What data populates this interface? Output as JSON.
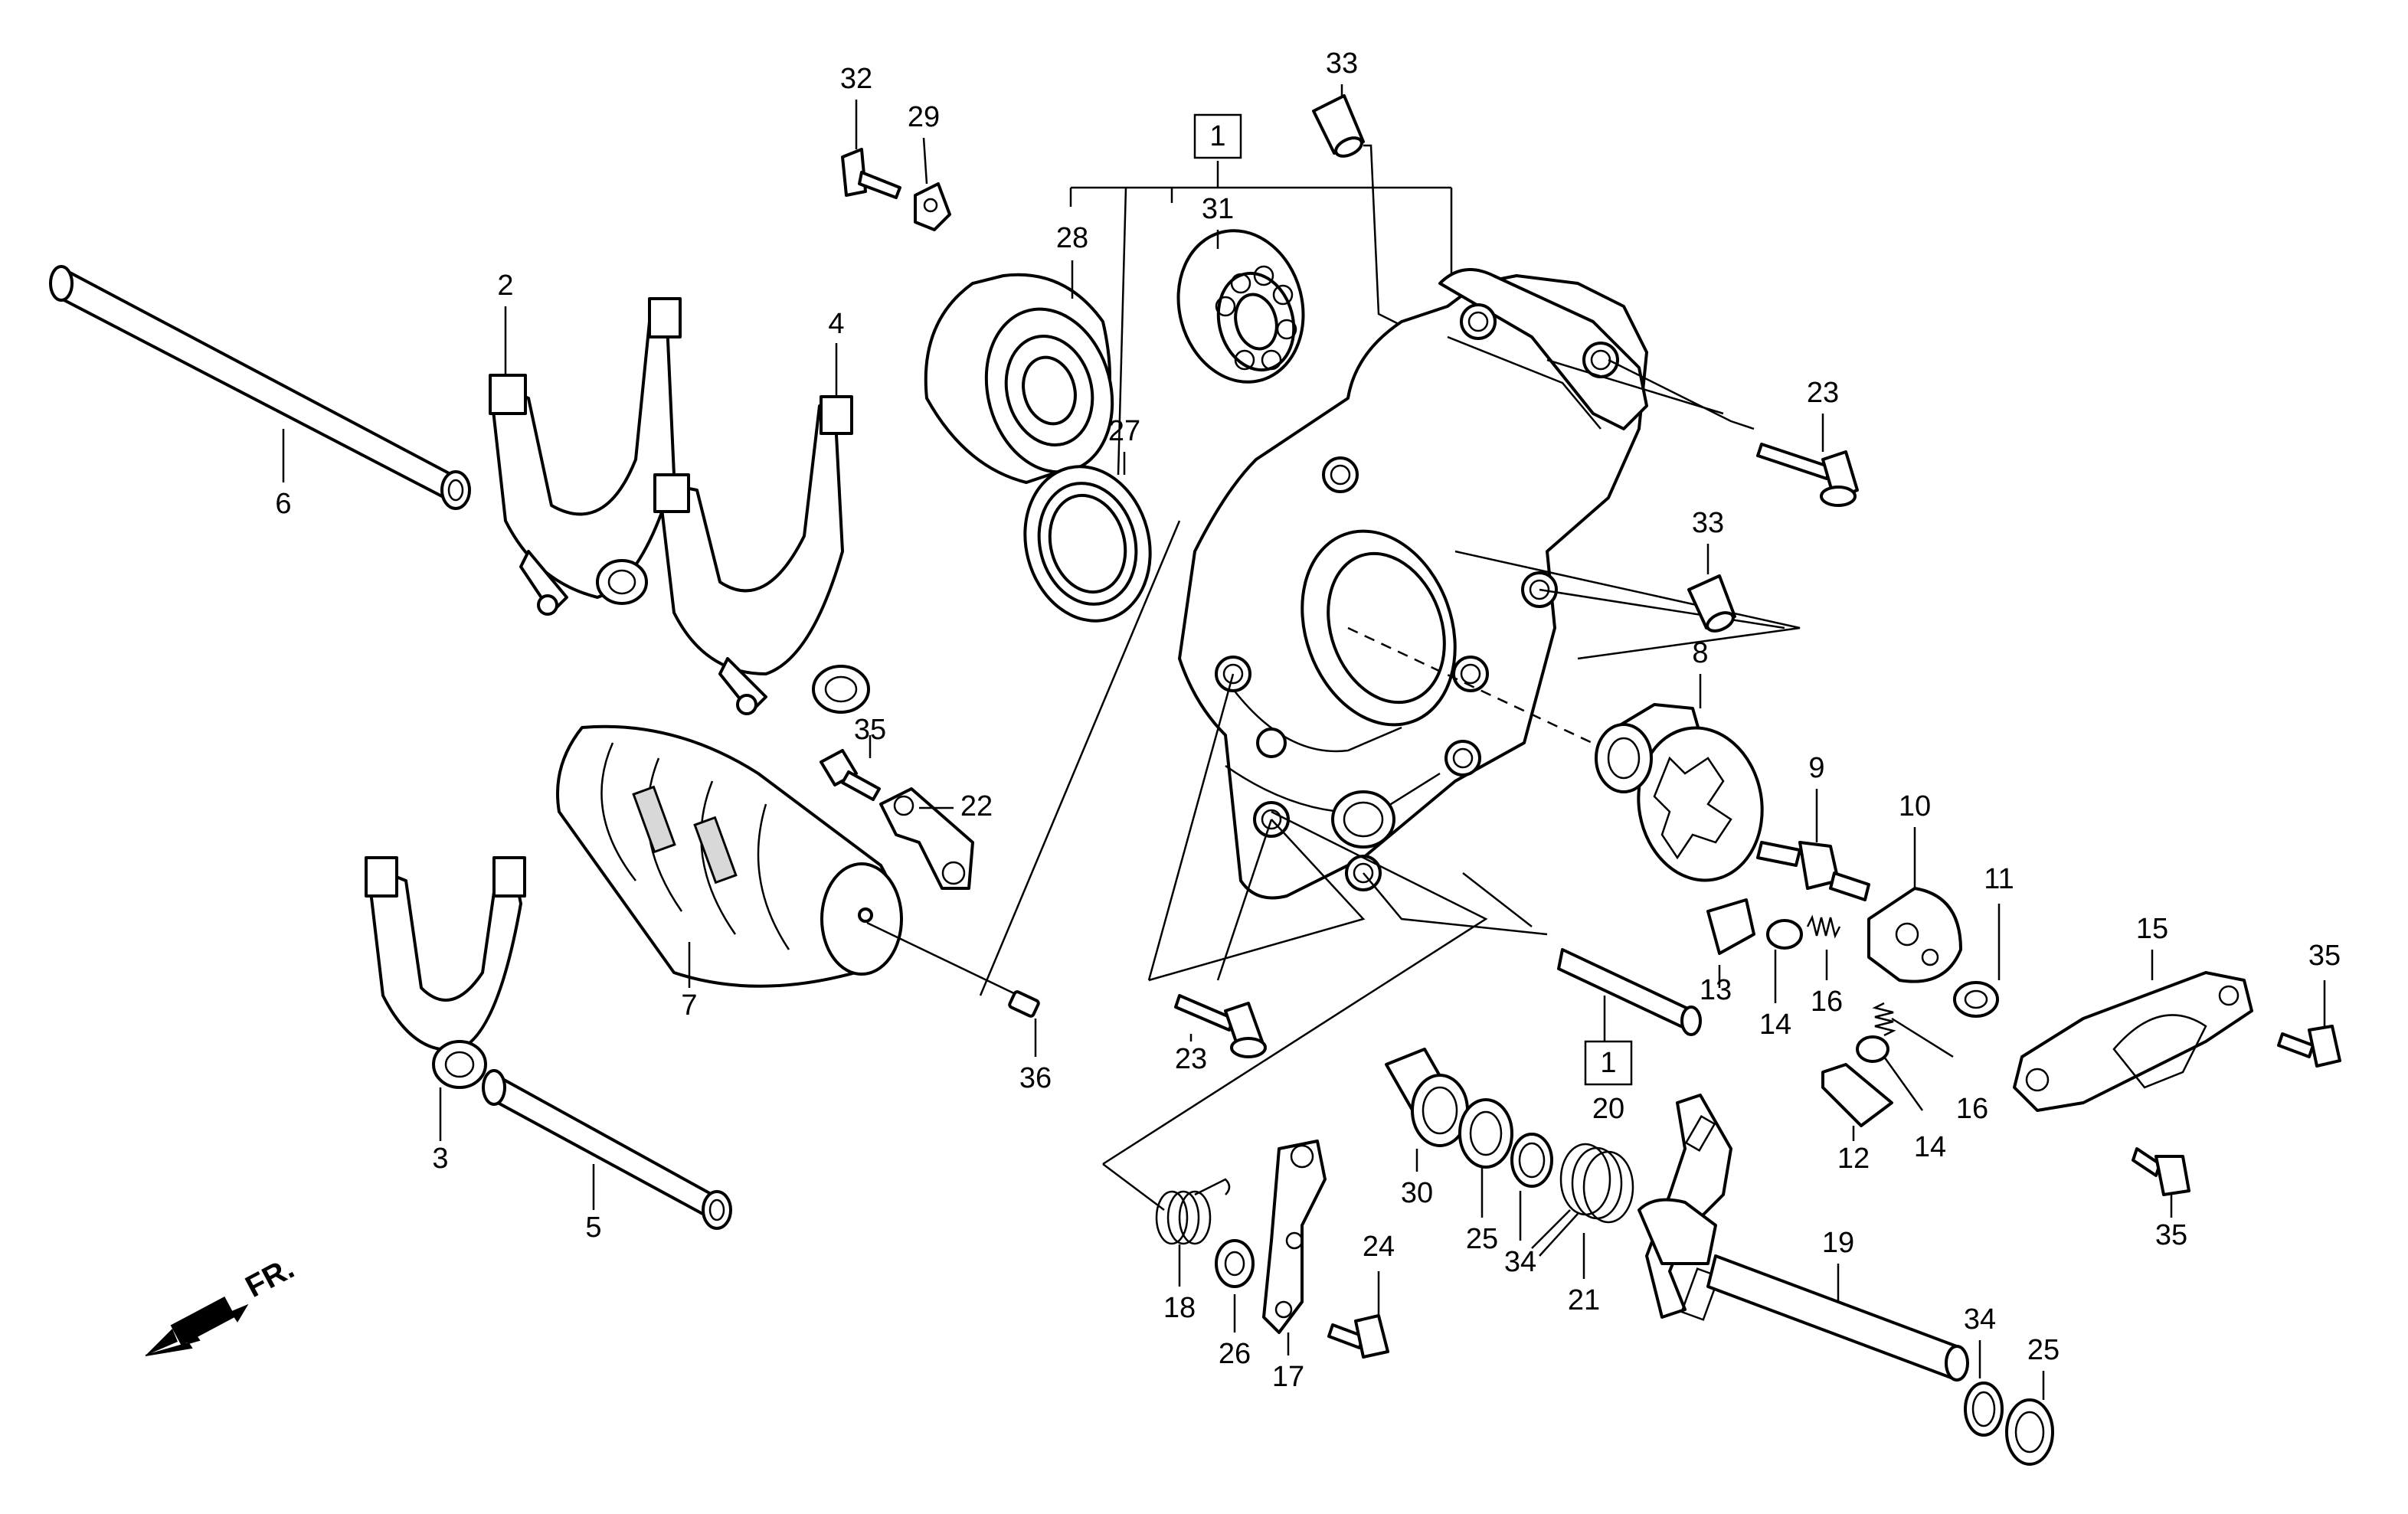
{
  "diagram": {
    "labels": {
      "l1a": "1",
      "l1b": "1",
      "l2": "2",
      "l3": "3",
      "l4": "4",
      "l5": "5",
      "l6": "6",
      "l7": "7",
      "l8": "8",
      "l9": "9",
      "l10": "10",
      "l11": "11",
      "l12": "12",
      "l13": "13",
      "l14a": "14",
      "l14b": "14",
      "l15": "15",
      "l16a": "16",
      "l16b": "16",
      "l17": "17",
      "l18": "18",
      "l19": "19",
      "l20": "20",
      "l21": "21",
      "l22": "22",
      "l23a": "23",
      "l23b": "23",
      "l24": "24",
      "l25a": "25",
      "l25b": "25",
      "l26": "26",
      "l27": "27",
      "l28": "28",
      "l29": "29",
      "l30": "30",
      "l31": "31",
      "l32": "32",
      "l33a": "33",
      "l33b": "33",
      "l34a": "34",
      "l34b": "34",
      "l35a": "35",
      "l35b": "35",
      "l35c": "35",
      "l36": "36"
    },
    "front_arrow": "FR."
  }
}
